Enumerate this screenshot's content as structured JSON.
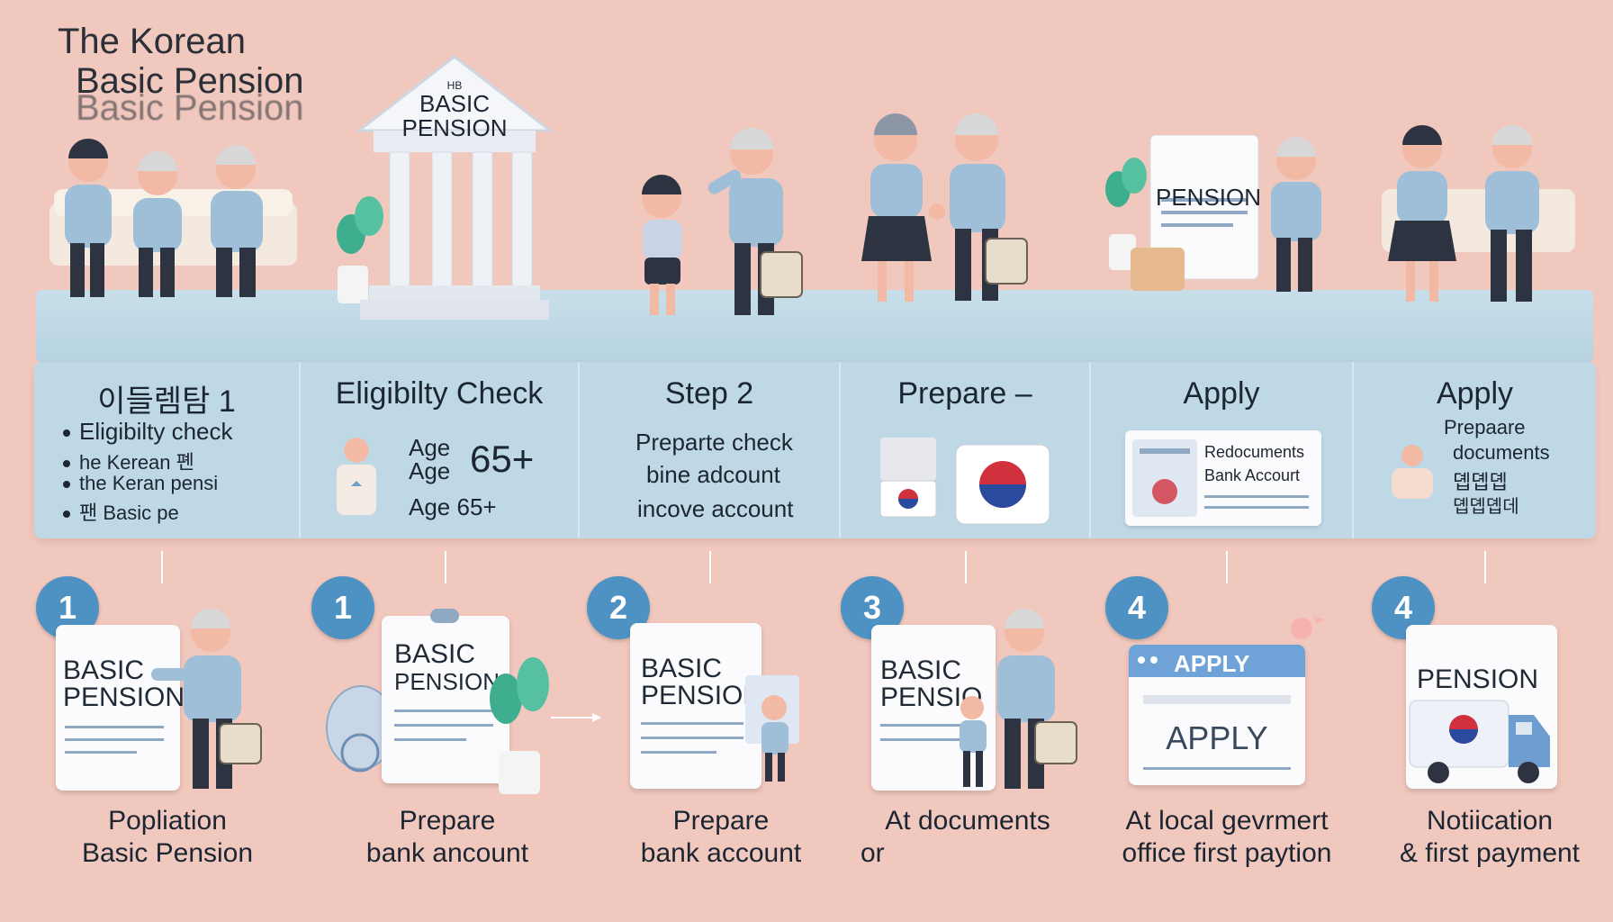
{
  "title": {
    "line1": "The Korean",
    "line2": "Basic Pension",
    "line3": "Basic Pension"
  },
  "building_sign": {
    "line0": "HB",
    "line1": "BASIC",
    "line2": "PENSION"
  },
  "poster_sign": {
    "line1": "PENSION"
  },
  "panels": [
    {
      "title": "이들렘탐 1",
      "lines": [
        "Eligibilty check",
        "he Kerean 폔",
        "the Keran pensi",
        "팬 Basic pe"
      ]
    },
    {
      "title": "Eligibilty Check",
      "lines": [
        "Age",
        "Age",
        "65+",
        "Age 65+"
      ]
    },
    {
      "title": "Step 2",
      "lines": [
        "Preparte check",
        "bine adcount",
        "incove account"
      ]
    },
    {
      "title": "Prepare –",
      "lines": []
    },
    {
      "title": "Apply",
      "lines": [
        "Redocuments",
        "Bank Accourt"
      ]
    },
    {
      "title": "Apply",
      "lines": [
        "Prepaare",
        "documents",
        "뎹뎹뎹",
        "뎹뎹뎹데"
      ]
    }
  ],
  "steps": [
    {
      "badge": "1",
      "doc": [
        "BASIC",
        "PENSION"
      ],
      "caption": [
        "Popliation",
        "Basic Pension"
      ]
    },
    {
      "badge": "1",
      "doc": [
        "BASIC",
        "PENSION"
      ],
      "caption": [
        "Prepare",
        "bank ancount"
      ]
    },
    {
      "badge": "2",
      "doc": [
        "BASIC",
        "PENSION"
      ],
      "caption": [
        "Prepare",
        "bank account"
      ]
    },
    {
      "badge": "3",
      "doc": [
        "BASIC",
        "PENSIO"
      ],
      "caption": [
        "At  documents",
        "or"
      ]
    },
    {
      "badge": "4",
      "doc": [
        "APPLY",
        "APPLY"
      ],
      "caption": [
        "At local gevrmert",
        "office  first paytion"
      ]
    },
    {
      "badge": "4",
      "doc": [
        "PENSION"
      ],
      "caption": [
        "Notiication",
        "& first payment"
      ]
    }
  ],
  "colors": {
    "background": "#f1c8bd",
    "panel": "#bed8e6",
    "badge": "#4e92c4",
    "shirt": "#9fbfd8",
    "flag_red": "#d0313d",
    "flag_blue": "#2a4aa0"
  }
}
